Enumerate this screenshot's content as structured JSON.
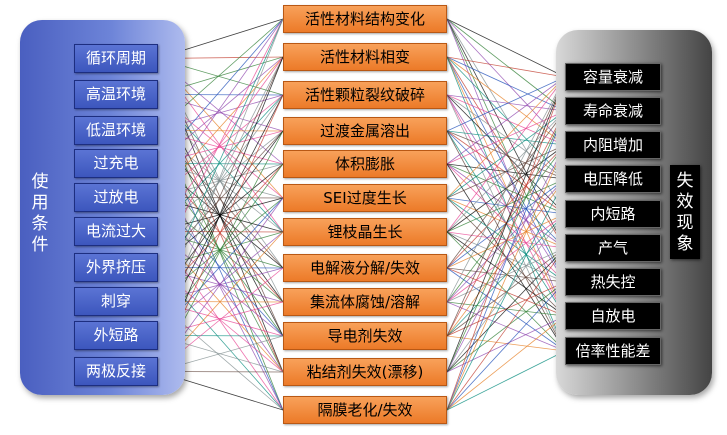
{
  "left_group_label": "使用条件",
  "right_group_label": "失效现象",
  "conditions": [
    "循环周期",
    "高温环境",
    "低温环境",
    "过充电",
    "过放电",
    "电流过大",
    "外界挤压",
    "刺穿",
    "外短路",
    "两极反接"
  ],
  "mechanisms": [
    "活性材料结构变化",
    "活性材料相变",
    "活性颗粒裂纹破碎",
    "过渡金属溶出",
    "体积膨胀",
    "SEI过度生长",
    "锂枝晶生长",
    "电解液分解/失效",
    "集流体腐蚀/溶解",
    "导电剂失效",
    "粘结剂失效(漂移)",
    "隔膜老化/失效"
  ],
  "phenomena": [
    "容量衰减",
    "寿命衰减",
    "内阻增加",
    "电压降低",
    "内短路",
    "产气",
    "热失控",
    "自放电",
    "倍率性能差"
  ],
  "colors": {
    "left_panel": "#5a70cc",
    "condition_box": "#4560c6",
    "mechanism_box": "#f28c3c",
    "phenomenon_box": "#000000",
    "right_panel": "#7a7a7a"
  },
  "line_colors": [
    "#000000",
    "#c0392b",
    "#2e7d32",
    "#1f4fb8",
    "#8e44ad",
    "#e67e22",
    "#e84393",
    "#00897b",
    "#7f8c8d",
    "#5d4037"
  ]
}
